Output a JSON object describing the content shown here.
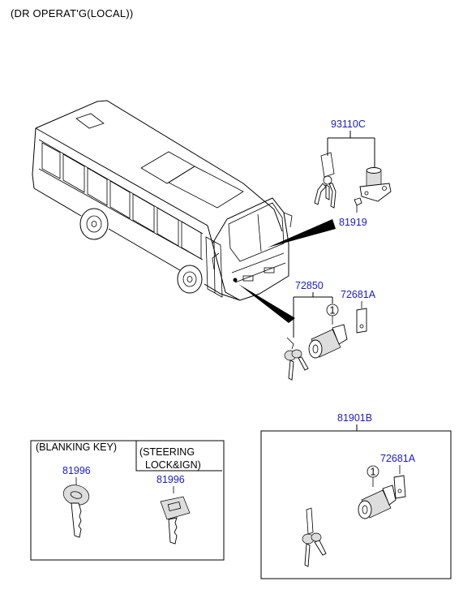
{
  "header": {
    "title": "(DR OPERAT'G(LOCAL))"
  },
  "parts": {
    "p93110c": "93110C",
    "p81919": "81919",
    "p72850": "72850",
    "p72681a_top": "72681A",
    "p81901b": "81901B",
    "p72681a_bottom": "72681A",
    "p81996_blank": "81996",
    "p81996_steer": "81996"
  },
  "callouts": {
    "c1_top": "1",
    "c1_bottom": "1"
  },
  "boxes": {
    "blanking_key": "(BLANKING KEY)",
    "steering_line1": "(STEERING",
    "steering_line2": "LOCK&IGN)"
  }
}
